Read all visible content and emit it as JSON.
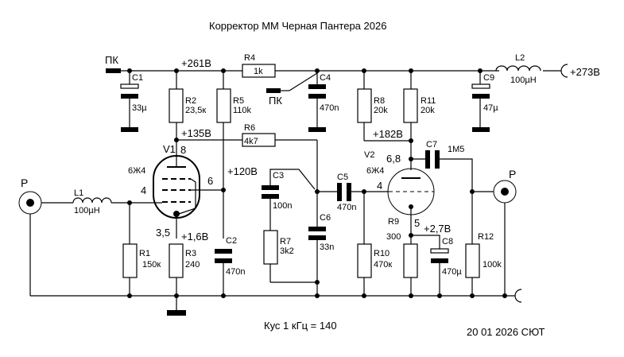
{
  "title": "Корректор ММ Черная Пантера 2026",
  "gain_note": "Кус 1 кГц = 140",
  "date_note": "20 01 2026 СЮТ",
  "supply": {
    "label": "+273В"
  },
  "nodes": {
    "b_plus": "+261В",
    "v1_anode": "+135В",
    "v1_screen": "+120В",
    "v1_cathode": "+1,6В",
    "v2_anode": "+182В",
    "v2_cathode": "+2,7В"
  },
  "labels": {
    "pk_left": "ПК",
    "pk_mid": "ПК"
  },
  "connectors": {
    "input": "P",
    "output": "P"
  },
  "tubes": [
    {
      "ref": "V1",
      "type": "6Ж4",
      "pins": {
        "anode": "8",
        "screen": "6",
        "grid": "4",
        "cathode": "3,5"
      }
    },
    {
      "ref": "V2",
      "type": "6Ж4",
      "pins": {
        "anode": "6,8",
        "grid": "4",
        "cathode": "5"
      }
    }
  ],
  "components": {
    "C1": {
      "ref": "C1",
      "value": "33µ"
    },
    "C2": {
      "ref": "C2",
      "value": "470n"
    },
    "C3": {
      "ref": "C3",
      "value": "100n"
    },
    "C4": {
      "ref": "C4",
      "value": "470n"
    },
    "C5": {
      "ref": "C5",
      "value": "470n"
    },
    "C6": {
      "ref": "C6",
      "value": "33n"
    },
    "C7": {
      "ref": "C7",
      "value": "1M5"
    },
    "C8": {
      "ref": "C8",
      "value": "470µ"
    },
    "C9": {
      "ref": "C9",
      "value": "47µ"
    },
    "R1": {
      "ref": "R1",
      "value": "150к"
    },
    "R2": {
      "ref": "R2",
      "value": "23,5к"
    },
    "R3": {
      "ref": "R3",
      "value": "240"
    },
    "R4": {
      "ref": "R4",
      "value": "1k"
    },
    "R5": {
      "ref": "R5",
      "value": "110k"
    },
    "R6": {
      "ref": "R6",
      "value": "4k7"
    },
    "R7": {
      "ref": "R7",
      "value": "3k2"
    },
    "R8": {
      "ref": "R8",
      "value": "20k"
    },
    "R9": {
      "ref": "R9",
      "value": "300"
    },
    "R10": {
      "ref": "R10",
      "value": "470к"
    },
    "R11": {
      "ref": "R11",
      "value": "20k"
    },
    "R12": {
      "ref": "R12",
      "value": "100k"
    },
    "L1": {
      "ref": "L1",
      "value": "100µH"
    },
    "L2": {
      "ref": "L2",
      "value": "100µH"
    }
  }
}
